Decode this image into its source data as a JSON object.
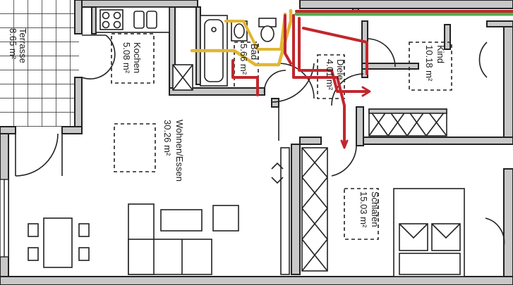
{
  "rooms": [
    {
      "id": "terrasse",
      "name": "Terrasse",
      "area": "8.65 m²"
    },
    {
      "id": "kochen",
      "name": "Kochen",
      "area": "5.08 m²"
    },
    {
      "id": "bad",
      "name": "Bad",
      "area": "5.66 m²"
    },
    {
      "id": "diele",
      "name": "Diele",
      "area": "4.01 m²"
    },
    {
      "id": "kind",
      "name": "Kind",
      "area": "10.18 m²"
    },
    {
      "id": "wohnen",
      "name": "Wohnen/Essen",
      "area": "30.26 m²"
    },
    {
      "id": "schlafen",
      "name": "Schlafen",
      "area": "15.03 m²"
    }
  ],
  "colors": {
    "wall": "#c8c8c8",
    "wall_stroke": "#222222",
    "pipe_red": "#c1272d",
    "pipe_yellow": "#e2b632",
    "pipe_green": "#4caf50",
    "terrace_tile": "#ffffff"
  },
  "icons": [
    "stove-icon",
    "sink-icon",
    "bathtub-icon",
    "toilet-icon",
    "washbasin-icon",
    "bed-icon",
    "sofa-icon",
    "dining-table-icon",
    "wardrobe-icon",
    "door-swing-icon",
    "window-icon"
  ]
}
